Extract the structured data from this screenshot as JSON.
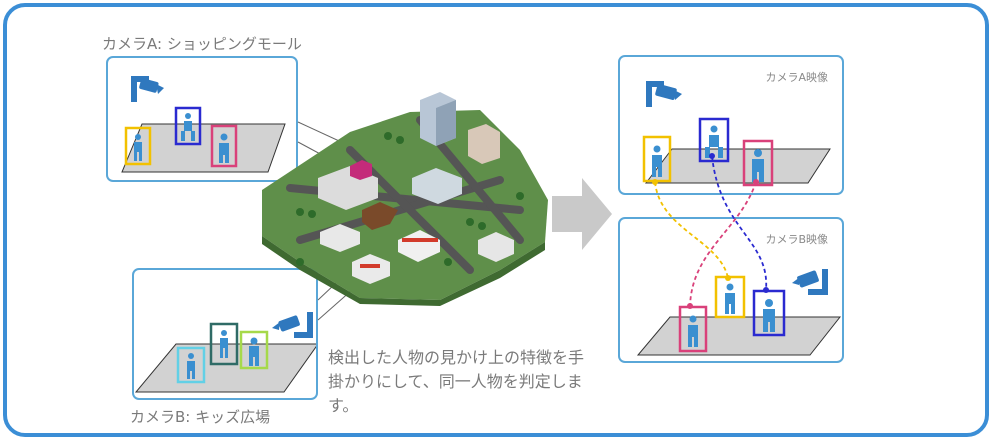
{
  "camera_a": {
    "label": "カメラA: ショッピングモール"
  },
  "camera_b": {
    "label": "カメラB: キッズ広場"
  },
  "right_top": {
    "title": "カメラA映像"
  },
  "right_bottom": {
    "title": "カメラB映像"
  },
  "caption": "検出した人物の見かけ上の特徴を手掛かりにして、同一人物を判定します。",
  "colors": {
    "frame": "#3b8ed6",
    "panel_border": "#5aa7d8",
    "person": "#3a8fd0",
    "yellow": "#f2c100",
    "blue": "#2a2ad0",
    "pink": "#d9417a",
    "dark_green": "#2f6b66",
    "light_green": "#a6d94a",
    "cyan": "#62d0e6",
    "arrow": "#c9c9c9",
    "city_green": "#5f8f4a"
  },
  "icons": [
    "camera-icon",
    "person-icon",
    "arrow-right-icon"
  ]
}
